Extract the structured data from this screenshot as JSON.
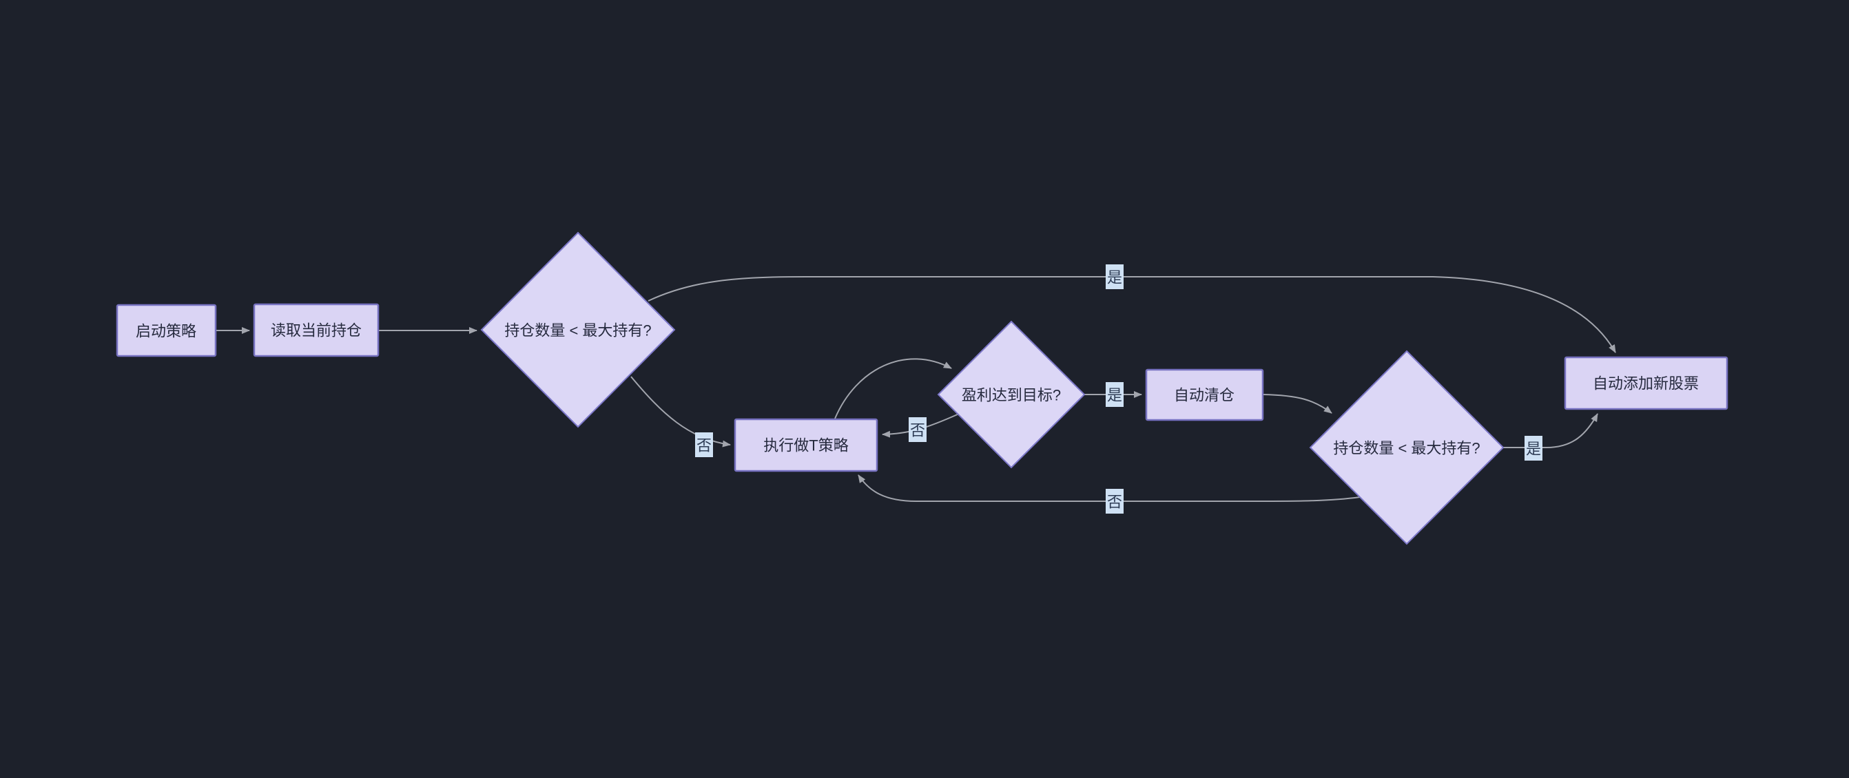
{
  "diagram": {
    "type": "flowchart",
    "theme": {
      "background": "#1d212b",
      "node_fill": "#dad4f4",
      "node_border": "#7671c0",
      "node_text_color": "#262a3e",
      "edge_color": "#a2a5ad",
      "edge_label_bg": "#cfe1f4",
      "edge_label_text_color": "#2e3c55"
    },
    "nodes": [
      {
        "id": "start",
        "type": "rect",
        "label": "启动策略"
      },
      {
        "id": "read-positions",
        "type": "rect",
        "label": "读取当前持仓"
      },
      {
        "id": "check-max-1",
        "type": "diamond",
        "label": "持仓数量 < 最大持有?"
      },
      {
        "id": "t-strategy",
        "type": "rect",
        "label": "执行做T策略"
      },
      {
        "id": "profit-target",
        "type": "diamond",
        "label": "盈利达到目标?"
      },
      {
        "id": "auto-clear",
        "type": "rect",
        "label": "自动清仓"
      },
      {
        "id": "check-max-2",
        "type": "diamond",
        "label": "持仓数量 < 最大持有?"
      },
      {
        "id": "add-stock",
        "type": "rect",
        "label": "自动添加新股票"
      }
    ],
    "edges": [
      {
        "from": "start",
        "to": "read-positions",
        "label": ""
      },
      {
        "from": "read-positions",
        "to": "check-max-1",
        "label": ""
      },
      {
        "from": "check-max-1",
        "to": "add-stock",
        "label": "是"
      },
      {
        "from": "check-max-1",
        "to": "t-strategy",
        "label": "否"
      },
      {
        "from": "t-strategy",
        "to": "profit-target",
        "label": ""
      },
      {
        "from": "profit-target",
        "to": "t-strategy",
        "label": "否"
      },
      {
        "from": "profit-target",
        "to": "auto-clear",
        "label": "是"
      },
      {
        "from": "auto-clear",
        "to": "check-max-2",
        "label": ""
      },
      {
        "from": "check-max-2",
        "to": "add-stock",
        "label": "是"
      },
      {
        "from": "check-max-2",
        "to": "t-strategy",
        "label": "否"
      }
    ]
  }
}
